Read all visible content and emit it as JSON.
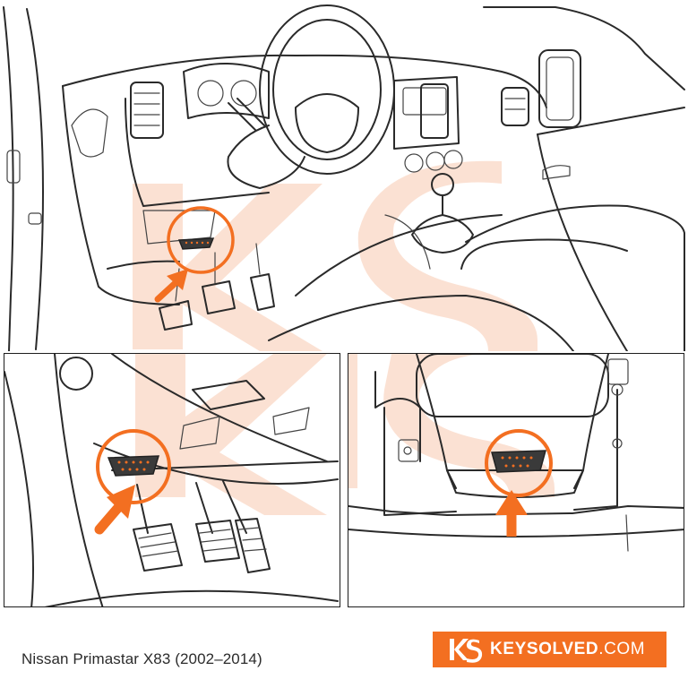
{
  "caption": "Nissan Primastar X83 (2002–2014)",
  "brand": {
    "name": "KEYSOLVED",
    "tld": ".COM",
    "logo_letters": "KS",
    "color": "#f36f21"
  },
  "highlight_color": "#f36f21",
  "icons": [
    "obd-port-icon",
    "arrow-icon",
    "highlight-circle-icon"
  ]
}
